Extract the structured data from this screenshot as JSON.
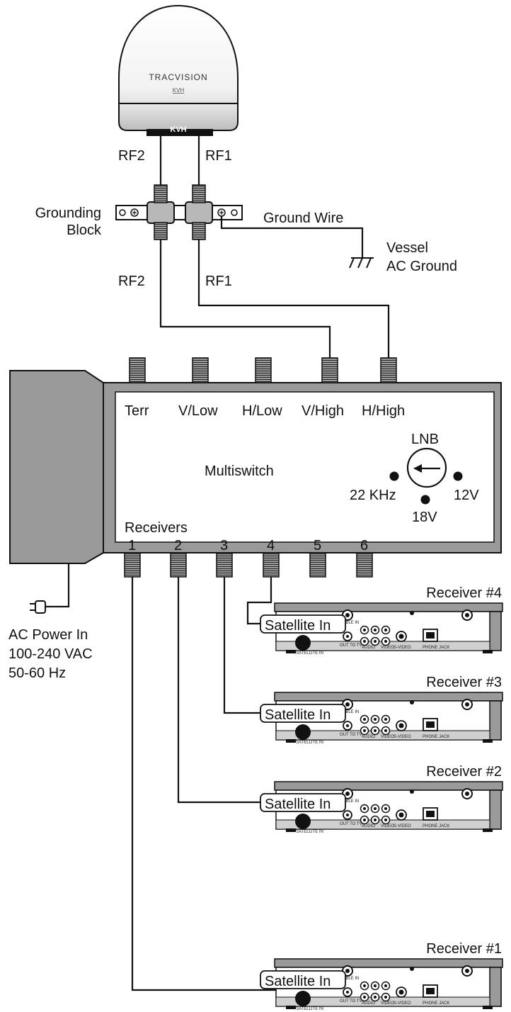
{
  "antenna": {
    "brand": "TRACVISION",
    "maker": "KVH",
    "base_mark": "KVH",
    "cable_labels": {
      "rf2": "RF2",
      "rf1": "RF1"
    }
  },
  "grounding": {
    "block_label_line1": "Grounding",
    "block_label_line2": "Block",
    "wire_label": "Ground Wire",
    "ground_label_line1": "Vessel",
    "ground_label_line2": "AC Ground",
    "lower_cable_labels": {
      "rf2": "RF2",
      "rf1": "RF1"
    }
  },
  "multiswitch": {
    "title": "Multiswitch",
    "inputs": [
      "Terr",
      "V/Low",
      "H/Low",
      "V/High",
      "H/High"
    ],
    "lnb": {
      "title": "LNB",
      "positions": {
        "left": "22 KHz",
        "bottom": "18V",
        "right": "12V"
      }
    },
    "receivers_label": "Receivers",
    "outputs": [
      "1",
      "2",
      "3",
      "4",
      "5",
      "6"
    ]
  },
  "power": {
    "line1": "AC Power In",
    "line2": "100-240 VAC",
    "line3": "50-60 Hz"
  },
  "receivers": [
    {
      "title": "Receiver #4",
      "input_callout": "Satellite In"
    },
    {
      "title": "Receiver #3",
      "input_callout": "Satellite In"
    },
    {
      "title": "Receiver #2",
      "input_callout": "Satellite In"
    },
    {
      "title": "Receiver #1",
      "input_callout": "Satellite In"
    }
  ],
  "receiver_panel_labels": {
    "satellite_in": "SATELLITE IN",
    "out_to_tv": "OUT TO TV",
    "cable_in": "CABLE IN",
    "audio": "AUDIO",
    "video": "VIDEO",
    "s_video": "S-VIDEO",
    "phone_jack": "PHONE JACK"
  },
  "colors": {
    "antenna_dome": "#ffffff",
    "antenna_base": "#d4d4d4",
    "multiswitch_body": "#9a9a9a",
    "multiswitch_panel": "#ffffff",
    "connector": "#8a8a8a",
    "receiver_body": "#9a9a9a"
  }
}
